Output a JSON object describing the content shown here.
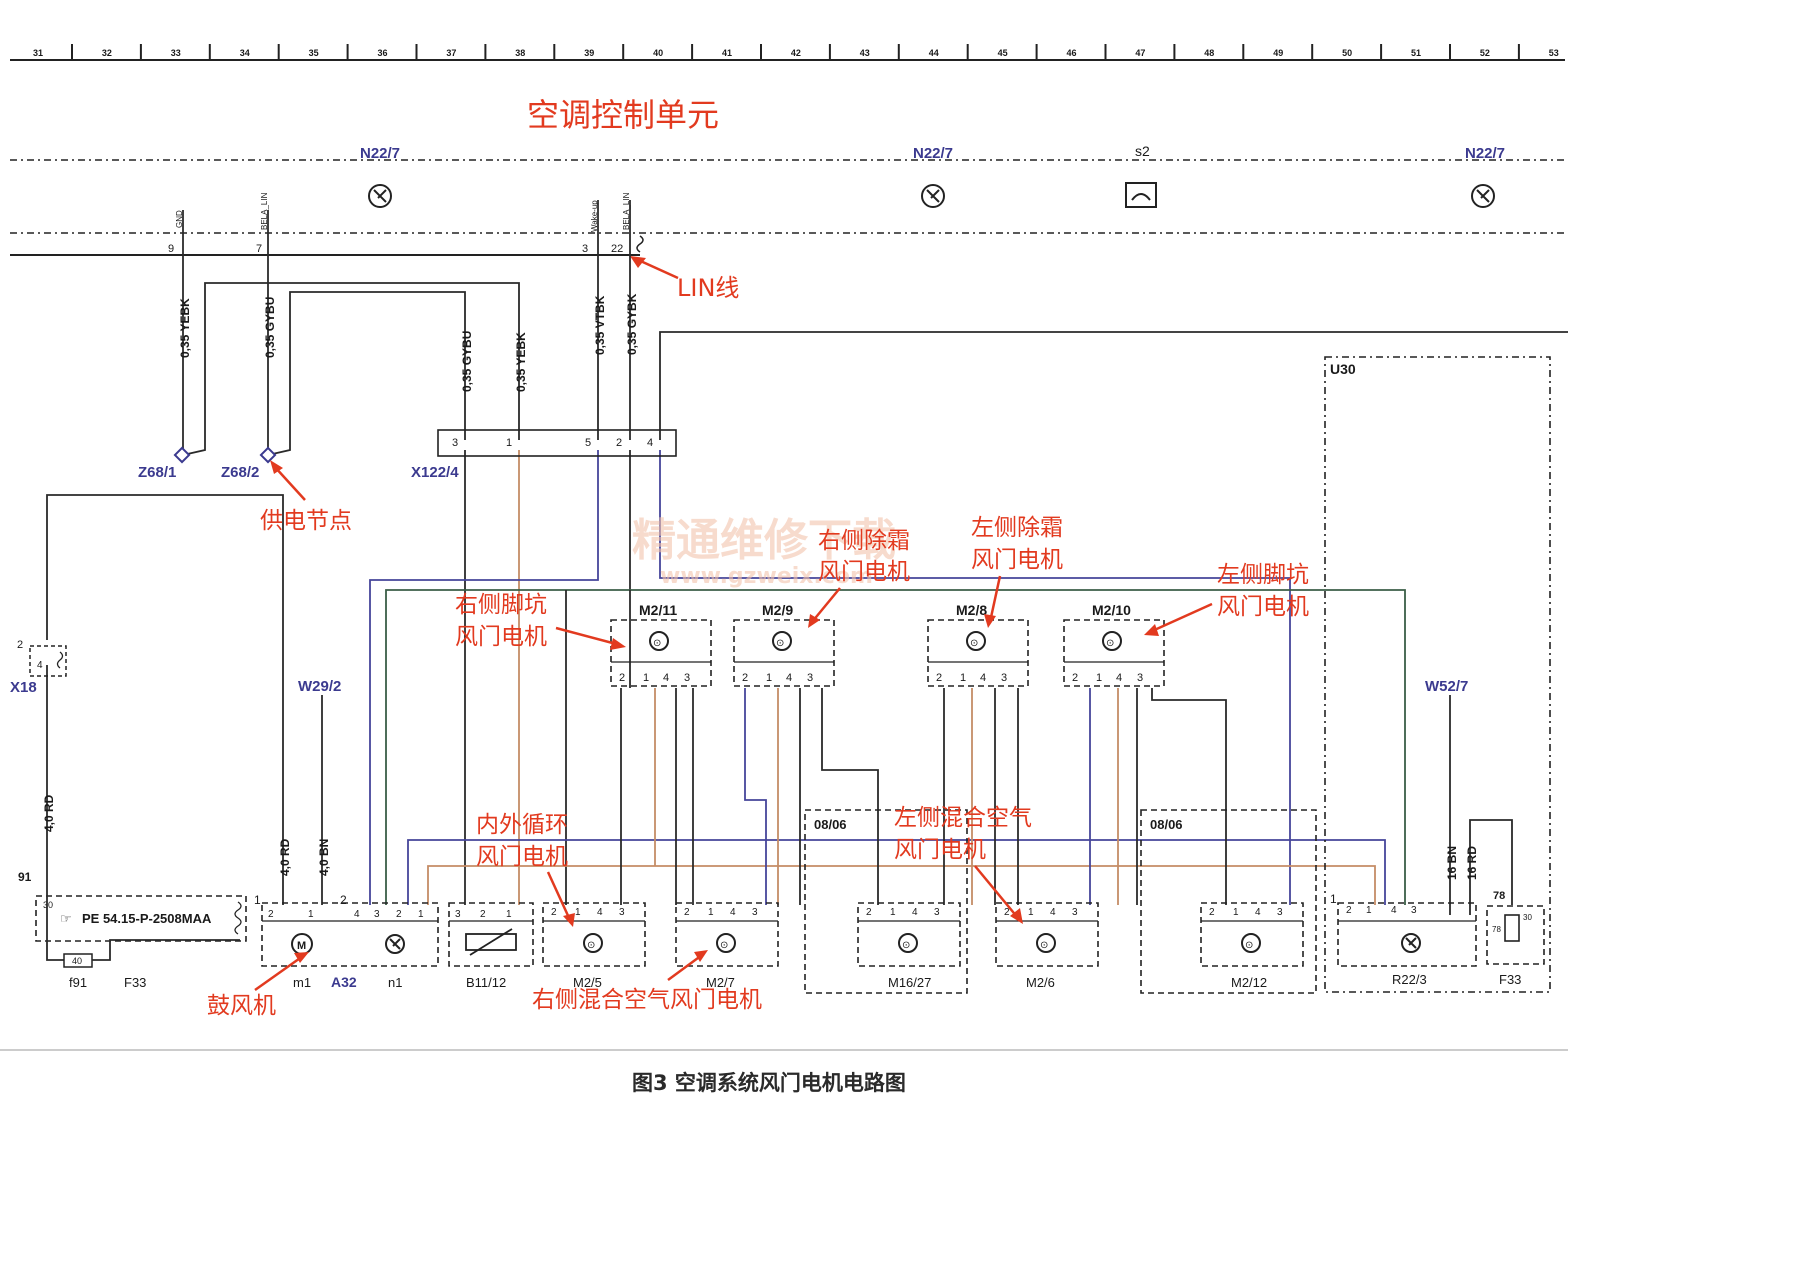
{
  "ruler": [
    "31",
    "32",
    "33",
    "34",
    "35",
    "36",
    "37",
    "38",
    "39",
    "40",
    "41",
    "42",
    "43",
    "44",
    "45",
    "46",
    "47",
    "48",
    "49",
    "50",
    "51",
    "52",
    "53"
  ],
  "title": "空调控制单元",
  "control_unit_labels": {
    "n1": "N22/7",
    "n2": "N22/7",
    "s2": "s2",
    "n3": "N22/7"
  },
  "connector_pins": {
    "p9": "9",
    "p7": "7",
    "p3": "3",
    "p22": "22",
    "gnd": "GND",
    "lin1": "BELA_LIN",
    "wakeup": "Wake-up",
    "lin2": "BELA_LIN"
  },
  "wires": {
    "w1": "0,35 YEBK",
    "w2": "0,35 GYBU",
    "w3": "0,35 GYBU",
    "w4": "0,35 YEBK",
    "w5": "0,35 VTBK",
    "w6": "0,35 GYBK",
    "w7": "4,0 RD",
    "w8": "4,0 RD",
    "w9": "4,0 BN",
    "w10": "16 BN",
    "w11": "16 RD"
  },
  "nodes": {
    "z1": "Z68/1",
    "z2": "Z68/2",
    "x122": "X122/4",
    "x18": "X18",
    "w29": "W29/2",
    "w52": "W52/7",
    "u30": "U30",
    "m0806a": "08/06",
    "m0806b": "08/06"
  },
  "x122_pins": [
    "3",
    "1",
    "5",
    "2",
    "4"
  ],
  "motors_top": [
    {
      "id": "M2/11",
      "pins": [
        "2",
        "1",
        "4",
        "3"
      ]
    },
    {
      "id": "M2/9",
      "pins": [
        "2",
        "1",
        "4",
        "3"
      ]
    },
    {
      "id": "M2/8",
      "pins": [
        "2",
        "1",
        "4",
        "3"
      ]
    },
    {
      "id": "M2/10",
      "pins": [
        "2",
        "1",
        "4",
        "3"
      ]
    }
  ],
  "bottom_components": {
    "f33_ref": "PE 54.15-P-2508MAA",
    "f33_pins": [
      "91",
      "30"
    ],
    "f91": "f91",
    "f33a": "F33",
    "f40": "40",
    "a32": "A32",
    "m1": "m1",
    "n1": "n1",
    "a32_pins": [
      "2",
      "1",
      "2",
      "4",
      "3",
      "2",
      "1"
    ],
    "b1112": "B11/12",
    "b_pins": [
      "3",
      "2",
      "1"
    ],
    "m25": "M2/5",
    "m27": "M2/7",
    "m1627": "M16/27",
    "m26": "M2/6",
    "m212": "M2/12",
    "motor_pins": [
      "2",
      "1",
      "4",
      "3"
    ],
    "r223": "R22/3",
    "f33b": "F33",
    "f33b_pins": [
      "78",
      "30",
      "78"
    ],
    "x18_pins": [
      "2",
      "4"
    ],
    "pin1": "1"
  },
  "annotations": {
    "lin": "LIN线",
    "supply": "供电节点",
    "right_foot_1": "右侧脚坑",
    "right_foot_2": "风门电机",
    "right_def_1": "右侧除霜",
    "right_def_2": "风门电机",
    "left_def_1": "左侧除霜",
    "left_def_2": "风门电机",
    "left_foot_1": "左侧脚坑",
    "left_foot_2": "风门电机",
    "recirc_1": "内外循环",
    "recirc_2": "风门电机",
    "left_mix_1": "左侧混合空气",
    "left_mix_2": "风门电机",
    "right_mix": "右侧混合空气风门电机",
    "blower": "鼓风机"
  },
  "watermark": {
    "cn": "精通维修下载",
    "url": "www.gzweix.com"
  },
  "caption": "图3 空调系统风门电机电路图"
}
